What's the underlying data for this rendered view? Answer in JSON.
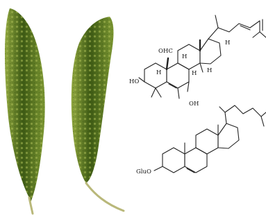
{
  "figure": {
    "molecule_top": {
      "labels": {
        "aldehyde": "OHC",
        "hydroxyl_left": "HO",
        "hydroxyl_right": "OH",
        "h_ring_a": "H",
        "h_ring_b": "H",
        "h_ring_c": "H",
        "h_ring_d": "H",
        "h_side": "H"
      }
    },
    "molecule_bottom": {
      "labels": {
        "glycoside": "GluO"
      }
    },
    "colors": {
      "leaf_dark": "#3d5a14",
      "leaf_mid": "#6a8a26",
      "leaf_light": "#9fb34a",
      "stem": "#b9b87a",
      "ink": "#222222"
    }
  }
}
